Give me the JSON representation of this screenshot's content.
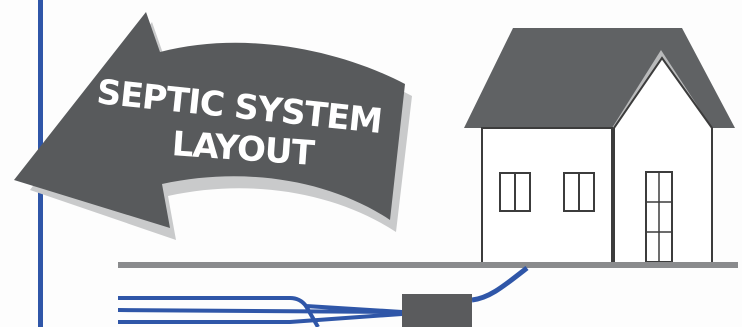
{
  "banner": {
    "line1": "SEPTIC SYSTEM",
    "line2": "LAYOUT"
  },
  "colors": {
    "accent_blue": "#2f56a8",
    "arrow_dark": "#585a5c",
    "arrow_shadow": "#c9cacb",
    "roof": "#606264",
    "house_outline": "#3c3c3c",
    "ground": "#8a8b8d",
    "tank": "#5a5b5d"
  },
  "icons": {
    "arrow": "left-arrow-banner-icon",
    "house": "house-icon",
    "tank": "septic-tank-icon",
    "pipes": "drain-field-pipes"
  }
}
